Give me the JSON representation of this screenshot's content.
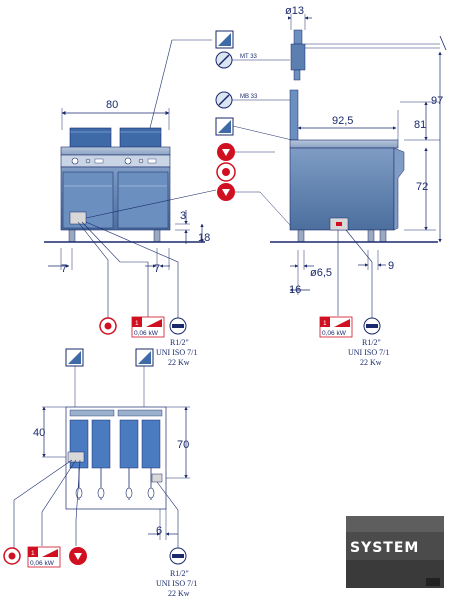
{
  "dimensions": {
    "top_width": "80",
    "tube_diameter": "ø13",
    "depth": "92,5",
    "height_total": "97",
    "height_body": "81",
    "height_counter": "72",
    "leg_adjust": "3",
    "leg_height": "18",
    "leg_offset_left": "7",
    "leg_offset_right": "7",
    "hole_diameter": "ø6,5",
    "rear_offset": "9",
    "front_offset": "16",
    "plan_depth": "40",
    "plan_width": "70",
    "plan_offset": "6"
  },
  "labels": {
    "mt": "MT 33",
    "mb": "MB 33",
    "power_phase": "1",
    "power_kw": "0,06 kW",
    "gas_line1": "R1/2\"",
    "gas_line2": "UNI ISO 7/1",
    "gas_line3": "22 Kw"
  },
  "colors": {
    "line": "#1a2a6c",
    "body": "#5a7fb0",
    "panel": "#9ab0cc",
    "red": "#d01020",
    "logo_bg": "#4b4b4b"
  },
  "icons": [
    "steam-outlet-icon",
    "mt-connection-icon",
    "mb-connection-icon",
    "electric-connection-icon",
    "gas-connection-icon",
    "water-drain-icon"
  ],
  "logo": "SYSTEM"
}
